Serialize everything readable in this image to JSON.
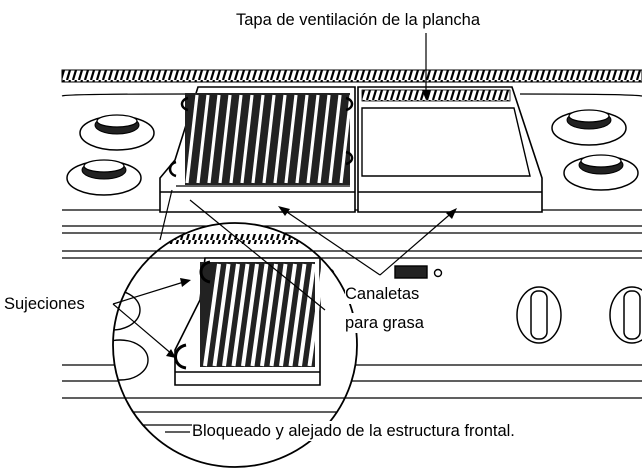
{
  "labels": {
    "griddle_vent_cover": "Tapa de ventilación de la plancha",
    "fasteners": "Sujeciones",
    "grease_channels_line1": "Canaletas",
    "grease_channels_line2": "para grasa",
    "locked_away": "Bloqueado y alejado de la estructura frontal."
  },
  "colors": {
    "line": "#000000",
    "background": "#ffffff",
    "burner_detail": "#222222"
  },
  "icons": [
    "burner-icon",
    "control-knob-icon",
    "grate-icon",
    "griddle-plate-icon"
  ]
}
